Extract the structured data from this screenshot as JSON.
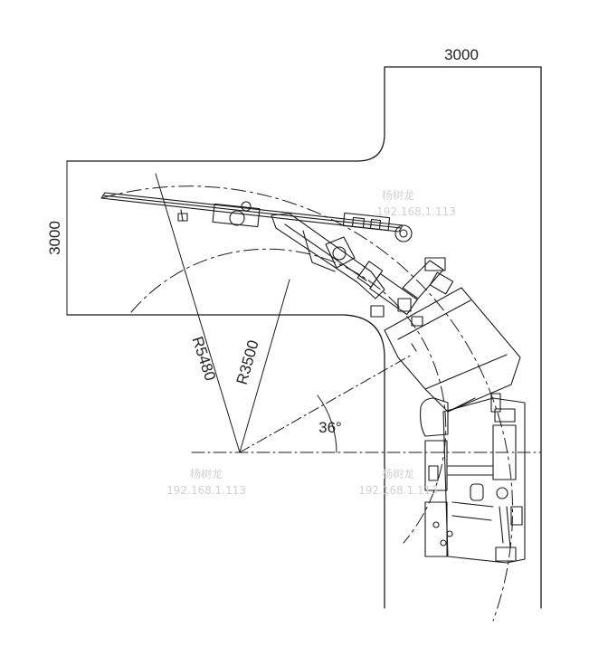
{
  "dimensions": {
    "top_width": "3000",
    "left_height": "3000",
    "outer_radius": "R5480",
    "inner_radius": "R3500",
    "angle": "36°"
  },
  "watermarks": [
    {
      "name": "杨树龙",
      "ip": "192.168.1.113"
    },
    {
      "name": "杨树龙",
      "ip": "192.168.1.113"
    },
    {
      "name": "杨树龙",
      "ip": "192.168.1.113"
    }
  ],
  "colors": {
    "line": "#1a1a1a",
    "watermark": "#d2d2d2"
  }
}
